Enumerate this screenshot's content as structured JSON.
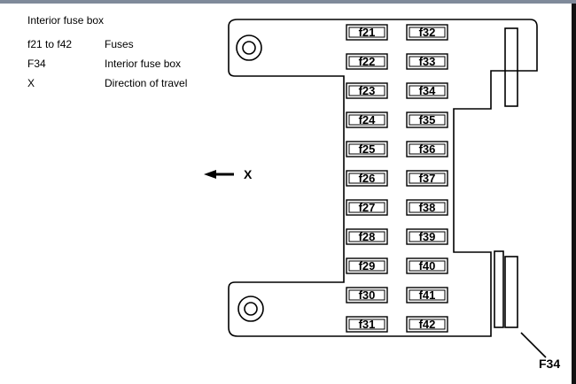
{
  "legend": {
    "title": "Interior fuse box",
    "rows": [
      {
        "key": "f21 to f42",
        "value": "Fuses"
      },
      {
        "key": "F34",
        "value": "Interior fuse box"
      },
      {
        "key": "X",
        "value": "Direction of travel"
      }
    ]
  },
  "diagram": {
    "direction_label": "X",
    "callout_label": "F34",
    "fuses_left": [
      "f21",
      "f22",
      "f23",
      "f24",
      "f25",
      "f26",
      "f27",
      "f28",
      "f29",
      "f30",
      "f31"
    ],
    "fuses_right": [
      "f32",
      "f33",
      "f34",
      "f35",
      "f36",
      "f37",
      "f38",
      "f39",
      "f40",
      "f41",
      "f42"
    ]
  },
  "colors": {
    "line": "#000000",
    "background": "#ffffff",
    "top_bar": "#7f8a9a"
  }
}
